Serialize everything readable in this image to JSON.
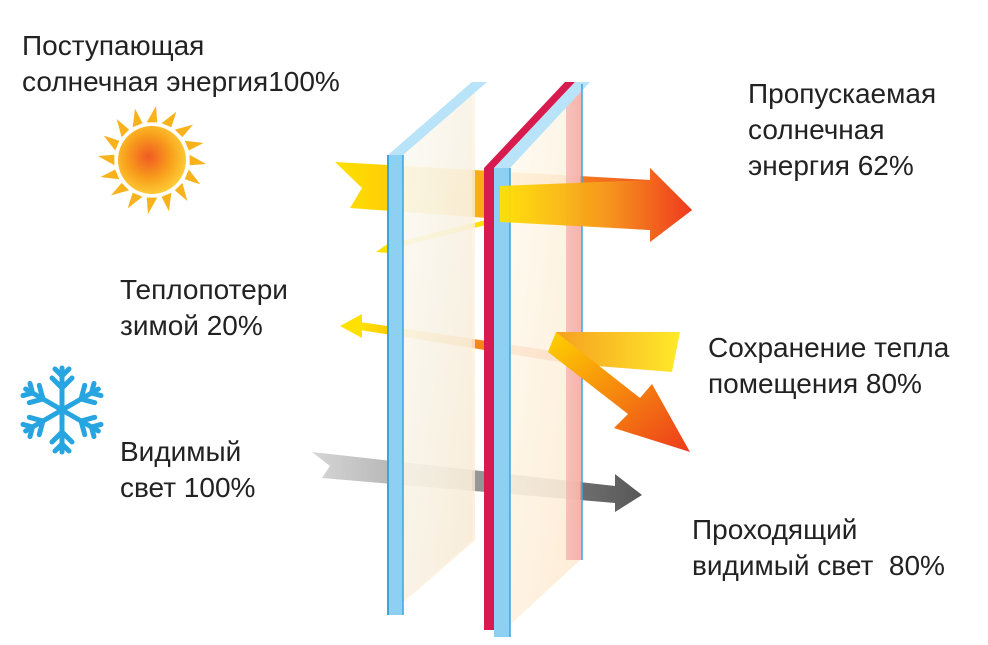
{
  "labels": {
    "incoming_solar": [
      "Поступающая",
      "солнечная энергия100%"
    ],
    "transmitted_solar": [
      "Пропускаемая",
      "солнечная",
      "энергия 62%"
    ],
    "heat_loss": [
      "Теплопотери",
      "зимой 20%"
    ],
    "heat_retention": [
      "Сохранение тепла",
      "помещения 80%"
    ],
    "visible_light": [
      "Видимый",
      "свет 100%"
    ],
    "transmitted_light": [
      "Проходящий",
      "видимый свет  80%"
    ]
  },
  "icons": {
    "sun": "sun-icon",
    "snowflake": "snowflake-icon"
  },
  "colors": {
    "text": "#222222",
    "glass_edge": "#4fb3e6",
    "glass_fill": "#fff6e6",
    "coating": "#d81b4f",
    "arrow_solar_start": "#ffe100",
    "arrow_solar_end": "#ee3a1e",
    "arrow_light_start": "#d8d8d8",
    "arrow_light_end": "#5a5a5a",
    "sun": "#f7a21b",
    "snowflake": "#27a5e0"
  }
}
